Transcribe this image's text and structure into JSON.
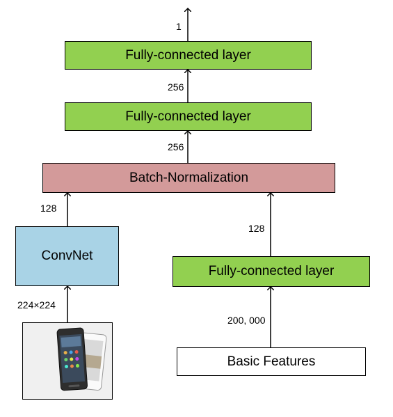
{
  "boxes": {
    "fc_top": "Fully-connected layer",
    "fc_mid": "Fully-connected layer",
    "batch_norm": "Batch-Normalization",
    "convnet": "ConvNet",
    "fc_basic": "Fully-connected layer",
    "basic_features": "Basic Features"
  },
  "labels": {
    "output_dim": "1",
    "fc_mid_to_top": "256",
    "bn_to_fc_mid": "256",
    "convnet_to_bn": "128",
    "fc_basic_to_bn": "128",
    "image_to_convnet": "224×224",
    "basic_to_fc": "200, 000"
  },
  "colors": {
    "fc": "#92d050",
    "batch_norm": "#d39a9a",
    "convnet": "#a9d3e6"
  }
}
